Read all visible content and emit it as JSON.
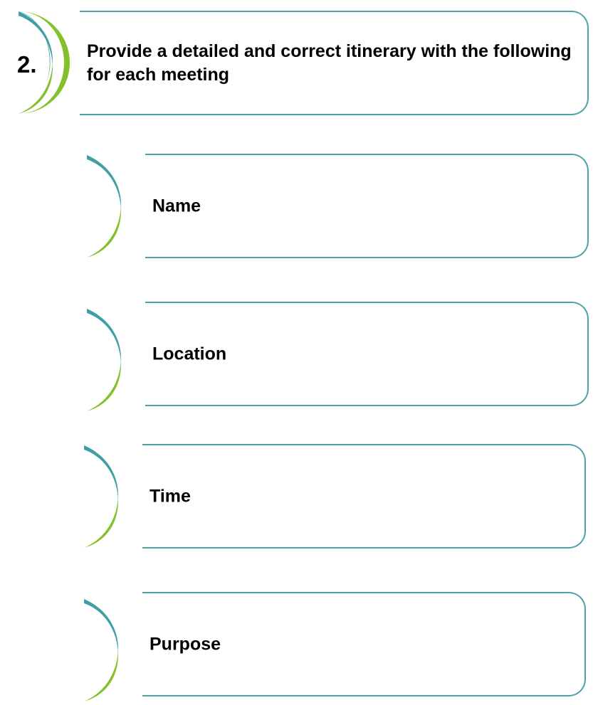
{
  "step": {
    "number": "2.",
    "text": "Provide a detailed and correct itinerary with the following for each meeting"
  },
  "items": [
    {
      "label": "Name"
    },
    {
      "label": "Location"
    },
    {
      "label": "Time"
    },
    {
      "label": "Purpose"
    }
  ],
  "colors": {
    "teal": "#3f9ea6",
    "green": "#82c12a",
    "border": "#4da3a8",
    "text": "#000000"
  }
}
